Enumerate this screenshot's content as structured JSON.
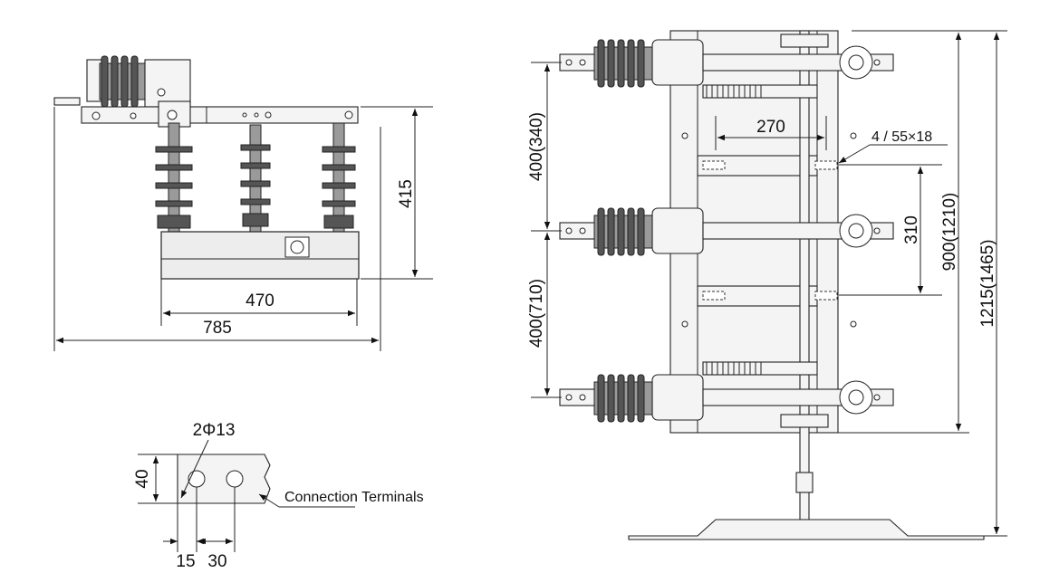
{
  "side_view": {
    "dim_415": "415",
    "dim_470": "470",
    "dim_785": "785"
  },
  "terminal_detail": {
    "holes_label": "2Φ13",
    "dim_40": "40",
    "dim_15": "15",
    "dim_30": "30",
    "callout": "Connection Terminals"
  },
  "front_view": {
    "dim_270": "270",
    "slot_label": "4 / 55×18",
    "dim_310": "310",
    "dim_400_340": "400(340)",
    "dim_400_710": "400(710)",
    "dim_900": "900(1210)",
    "dim_1215": "1215(1465)"
  }
}
